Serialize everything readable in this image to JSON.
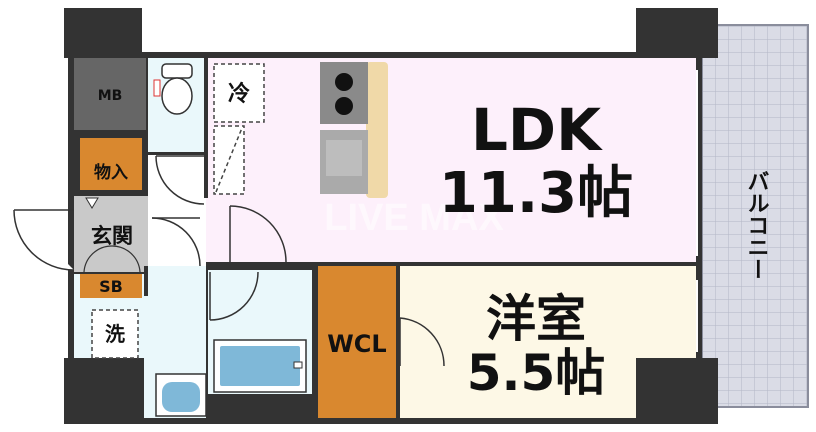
{
  "rooms": {
    "ldk_name": "LDK",
    "ldk_size": "11.3帖",
    "western_name": "洋室",
    "western_size": "5.5帖",
    "wcl": "WCL",
    "balcony": "バルコニー",
    "mb": "MB",
    "storage": "物入",
    "entrance": "玄関",
    "shoe_box": "SB",
    "washer": "洗",
    "fridge": "冷"
  },
  "watermark": "LIVE MAX",
  "colors": {
    "wall": "#333333",
    "ldk_floor": "#fdf0fb",
    "western_floor": "#fdf8e6",
    "wet_area": "#eaf8fb",
    "closet": "#d9882f",
    "entrance": "#c7c7c7",
    "balcony": "#d9dbe6"
  }
}
